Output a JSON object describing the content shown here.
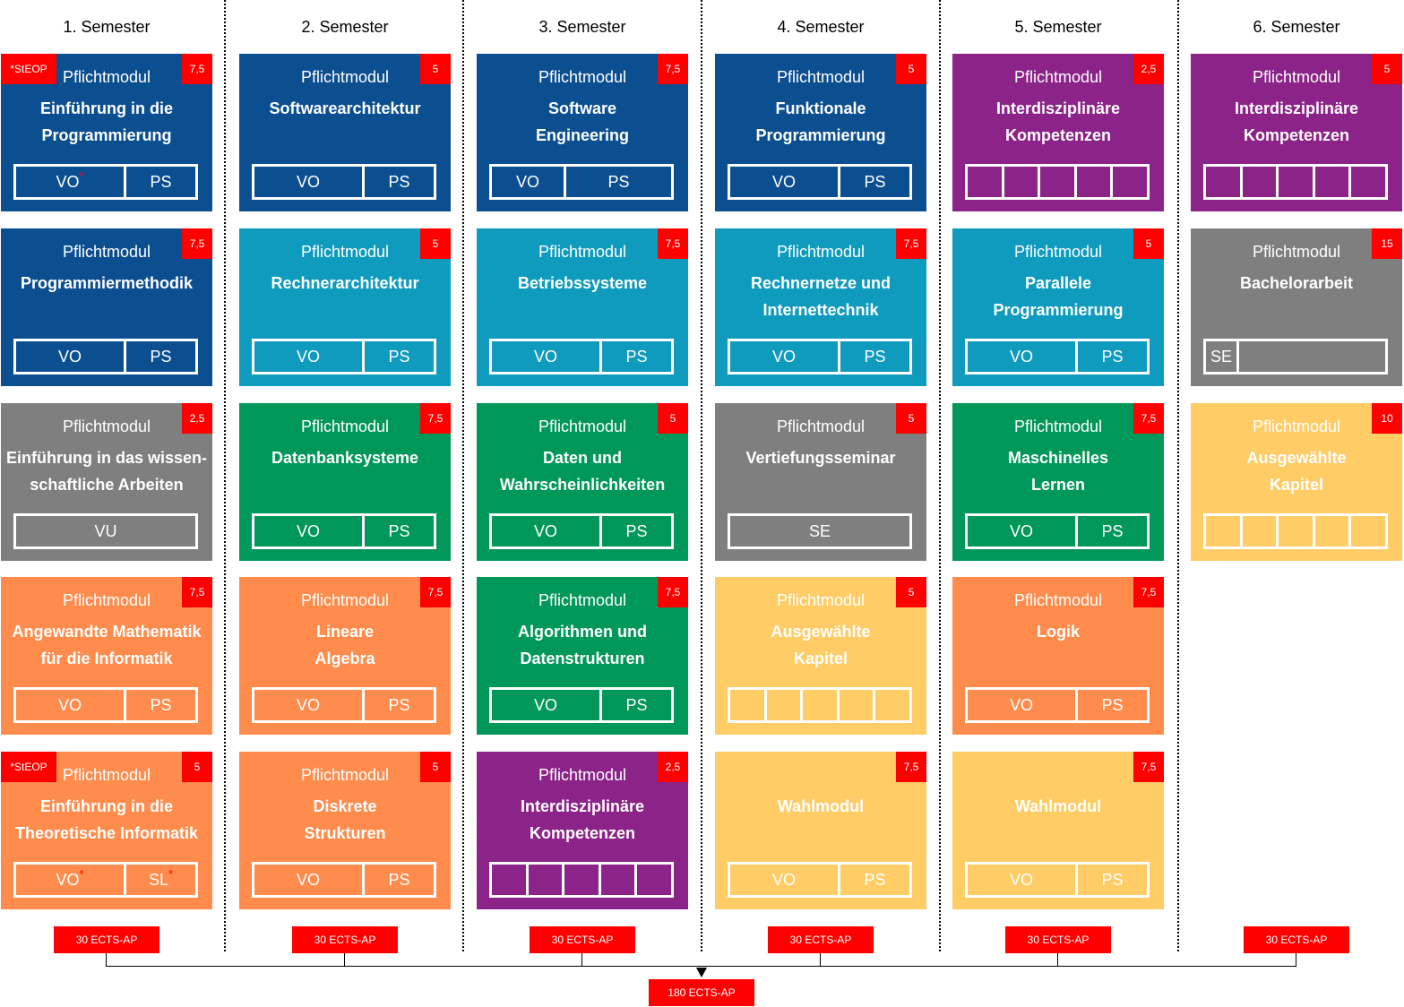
{
  "colors": {
    "blue": "#0c4f91",
    "cyan": "#0f9bbd",
    "grey": "#7f7f7f",
    "orange": "#ff8c4c",
    "green": "#00975a",
    "purple": "#8c2388",
    "yellow": "#ffcc66",
    "badge": "#ff0000"
  },
  "semesters": [
    {
      "label": "1. Semester",
      "total": "30 ECTS-AP"
    },
    {
      "label": "2. Semester",
      "total": "30 ECTS-AP"
    },
    {
      "label": "3. Semester",
      "total": "30 ECTS-AP"
    },
    {
      "label": "4. Semester",
      "total": "30 ECTS-AP"
    },
    {
      "label": "5. Semester",
      "total": "30 ECTS-AP"
    },
    {
      "label": "6. Semester",
      "total": "30 ECTS-AP"
    }
  ],
  "grand_total": "180 ECTS-AP",
  "modules": [
    {
      "semester": 1,
      "row": 1,
      "color": "blue",
      "type": "Pflichtmodul",
      "title": "Einführung in die\nProgrammierung",
      "ects": "7,5",
      "steop": "*StEOP",
      "courses": [
        "VO",
        "PS"
      ],
      "starred": [
        true,
        false
      ]
    },
    {
      "semester": 1,
      "row": 2,
      "color": "blue",
      "type": "Pflichtmodul",
      "title": "Programmiermethodik",
      "ects": "7,5",
      "courses": [
        "VO",
        "PS"
      ]
    },
    {
      "semester": 1,
      "row": 3,
      "color": "grey",
      "type": "Pflichtmodul",
      "title": "Einführung in das wissen-\nschaftliche Arbeiten",
      "ects": "2,5",
      "courses": [
        "VU"
      ]
    },
    {
      "semester": 1,
      "row": 4,
      "color": "orange",
      "type": "Pflichtmodul",
      "title": "Angewandte Mathematik\nfür die Informatik",
      "ects": "7,5",
      "courses": [
        "VO",
        "PS"
      ]
    },
    {
      "semester": 1,
      "row": 5,
      "color": "orange",
      "type": "Pflichtmodul",
      "title": "Einführung in die\nTheoretische Informatik",
      "ects": "5",
      "steop": "*StEOP",
      "courses": [
        "VO",
        "SL"
      ],
      "starred": [
        true,
        true
      ]
    },
    {
      "semester": 2,
      "row": 1,
      "color": "blue",
      "type": "Pflichtmodul",
      "title": "Softwarearchitektur",
      "ects": "5",
      "courses": [
        "VO",
        "PS"
      ]
    },
    {
      "semester": 2,
      "row": 2,
      "color": "cyan",
      "type": "Pflichtmodul",
      "title": "Rechnerarchitektur",
      "ects": "5",
      "courses": [
        "VO",
        "PS"
      ]
    },
    {
      "semester": 2,
      "row": 3,
      "color": "green",
      "type": "Pflichtmodul",
      "title": "Datenbanksysteme",
      "ects": "7,5",
      "courses": [
        "VO",
        "PS"
      ]
    },
    {
      "semester": 2,
      "row": 4,
      "color": "orange",
      "type": "Pflichtmodul",
      "title": "Lineare\nAlgebra",
      "ects": "7,5",
      "courses": [
        "VO",
        "PS"
      ]
    },
    {
      "semester": 2,
      "row": 5,
      "color": "orange",
      "type": "Pflichtmodul",
      "title": "Diskrete\nStrukturen",
      "ects": "5",
      "courses": [
        "VO",
        "PS"
      ]
    },
    {
      "semester": 3,
      "row": 1,
      "color": "blue",
      "type": "Pflichtmodul",
      "title": "Software\nEngineering",
      "ects": "7,5",
      "courses": [
        "VO",
        "PS"
      ],
      "narrow": true
    },
    {
      "semester": 3,
      "row": 2,
      "color": "cyan",
      "type": "Pflichtmodul",
      "title": "Betriebssysteme",
      "ects": "7,5",
      "courses": [
        "VO",
        "PS"
      ]
    },
    {
      "semester": 3,
      "row": 3,
      "color": "green",
      "type": "Pflichtmodul",
      "title": "Daten und\nWahrscheinlichkeiten",
      "ects": "5",
      "courses": [
        "VO",
        "PS"
      ]
    },
    {
      "semester": 3,
      "row": 4,
      "color": "green",
      "type": "Pflichtmodul",
      "title": "Algorithmen und\nDatenstrukturen",
      "ects": "7,5",
      "courses": [
        "VO",
        "PS"
      ]
    },
    {
      "semester": 3,
      "row": 5,
      "color": "purple",
      "type": "Pflichtmodul",
      "title": "Interdisziplinäre\nKompetenzen",
      "ects": "2,5",
      "courses": [
        "",
        "",
        "",
        "",
        ""
      ]
    },
    {
      "semester": 4,
      "row": 1,
      "color": "blue",
      "type": "Pflichtmodul",
      "title": "Funktionale\nProgrammierung",
      "ects": "5",
      "courses": [
        "VO",
        "PS"
      ]
    },
    {
      "semester": 4,
      "row": 2,
      "color": "cyan",
      "type": "Pflichtmodul",
      "title": "Rechnernetze und\nInternettechnik",
      "ects": "7,5",
      "courses": [
        "VO",
        "PS"
      ]
    },
    {
      "semester": 4,
      "row": 3,
      "color": "grey",
      "type": "Pflichtmodul",
      "title": "Vertiefungsseminar",
      "ects": "5",
      "courses": [
        "SE"
      ]
    },
    {
      "semester": 4,
      "row": 4,
      "color": "yellow",
      "type": "Pflichtmodul",
      "title": "Ausgewählte\nKapitel",
      "ects": "5",
      "courses": [
        "",
        "",
        "",
        "",
        ""
      ]
    },
    {
      "semester": 4,
      "row": 5,
      "color": "yellow",
      "type": "",
      "title": "Wahlmodul",
      "ects": "7,5",
      "courses": [
        "VO",
        "PS"
      ]
    },
    {
      "semester": 5,
      "row": 1,
      "color": "purple",
      "type": "Pflichtmodul",
      "title": "Interdisziplinäre\nKompetenzen",
      "ects": "2,5",
      "courses": [
        "",
        "",
        "",
        "",
        ""
      ]
    },
    {
      "semester": 5,
      "row": 2,
      "color": "cyan",
      "type": "Pflichtmodul",
      "title": "Parallele\nProgrammierung",
      "ects": "5",
      "courses": [
        "VO",
        "PS"
      ]
    },
    {
      "semester": 5,
      "row": 3,
      "color": "green",
      "type": "Pflichtmodul",
      "title": "Maschinelles\nLernen",
      "ects": "7,5",
      "courses": [
        "VO",
        "PS"
      ]
    },
    {
      "semester": 5,
      "row": 4,
      "color": "orange",
      "type": "Pflichtmodul",
      "title": "Logik",
      "ects": "7,5",
      "courses": [
        "VO",
        "PS"
      ]
    },
    {
      "semester": 5,
      "row": 5,
      "color": "yellow",
      "type": "",
      "title": "Wahlmodul",
      "ects": "7,5",
      "courses": [
        "VO",
        "PS"
      ]
    },
    {
      "semester": 6,
      "row": 1,
      "color": "purple",
      "type": "Pflichtmodul",
      "title": "Interdisziplinäre\nKompetenzen",
      "ects": "5",
      "courses": [
        "",
        "",
        "",
        "",
        ""
      ]
    },
    {
      "semester": 6,
      "row": 2,
      "color": "grey",
      "type": "Pflichtmodul",
      "title": "Bachelorarbeit",
      "ects": "15",
      "courses": [
        "SE",
        ""
      ],
      "wide": true
    },
    {
      "semester": 6,
      "row": 3,
      "color": "yellow",
      "type": "Pflichtmodul",
      "title": "Ausgewählte\nKapitel",
      "ects": "10",
      "courses": [
        "",
        "",
        "",
        "",
        ""
      ]
    }
  ]
}
